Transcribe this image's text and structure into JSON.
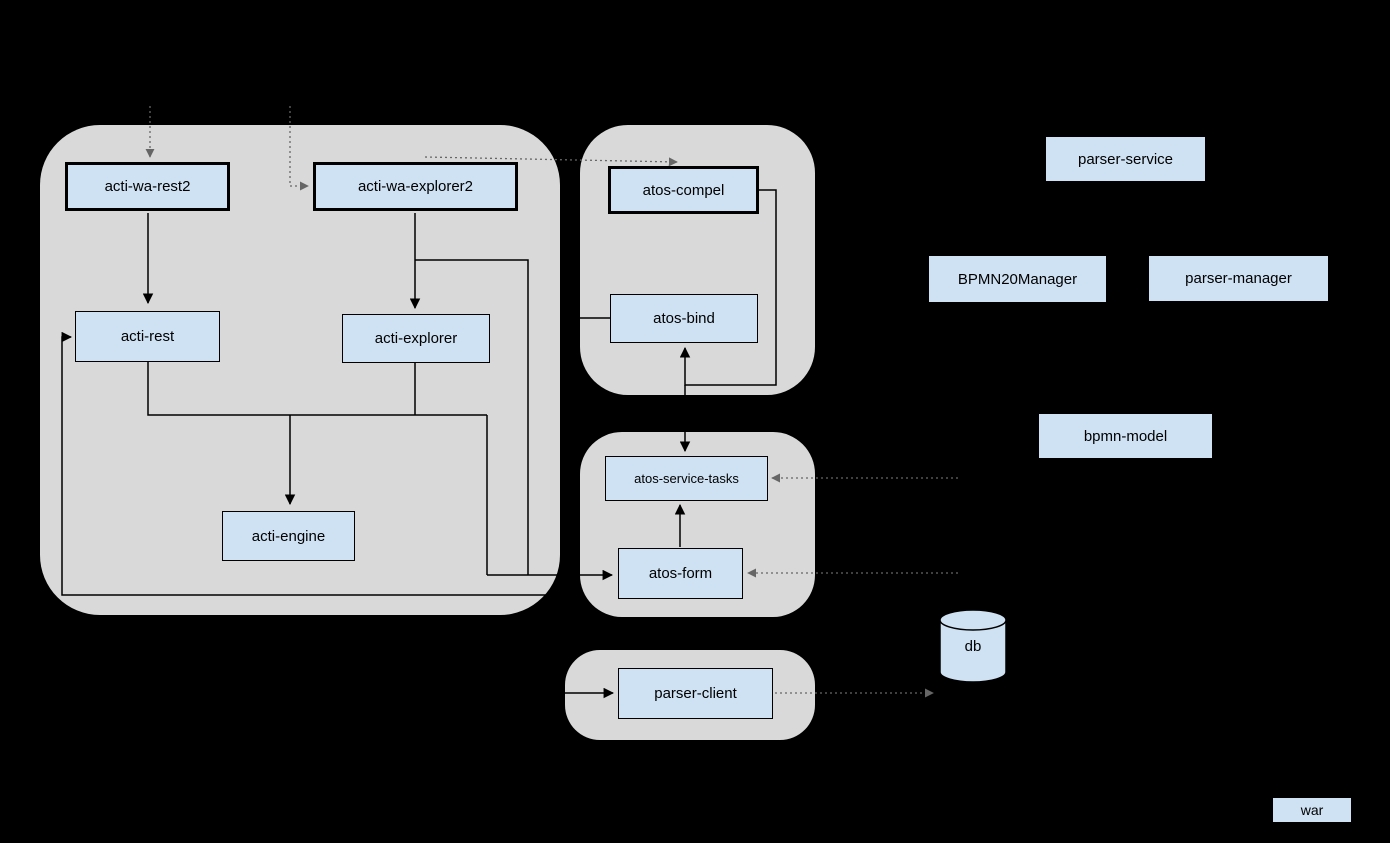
{
  "colors": {
    "background": "#000000",
    "group_fill": "#d9d9d9",
    "node_fill": "#cfe2f3",
    "node_border": "#000000"
  },
  "nodes": {
    "acti_wa_rest2": {
      "label": "acti-wa-rest2"
    },
    "acti_wa_explorer2": {
      "label": "acti-wa-explorer2"
    },
    "acti_rest": {
      "label": "acti-rest"
    },
    "acti_explorer": {
      "label": "acti-explorer"
    },
    "acti_engine": {
      "label": "acti-engine"
    },
    "atos_compel": {
      "label": "atos-compel"
    },
    "atos_bind": {
      "label": "atos-bind"
    },
    "atos_service_tasks": {
      "label": "atos-service-tasks"
    },
    "atos_form": {
      "label": "atos-form"
    },
    "parser_client": {
      "label": "parser-client"
    },
    "parser_service": {
      "label": "parser-service"
    },
    "bpmn20manager": {
      "label": "BPMN20Manager"
    },
    "parser_manager": {
      "label": "parser-manager"
    },
    "bpmn_model": {
      "label": "bpmn-model"
    },
    "db": {
      "label": "db"
    },
    "war": {
      "label": "war"
    }
  }
}
